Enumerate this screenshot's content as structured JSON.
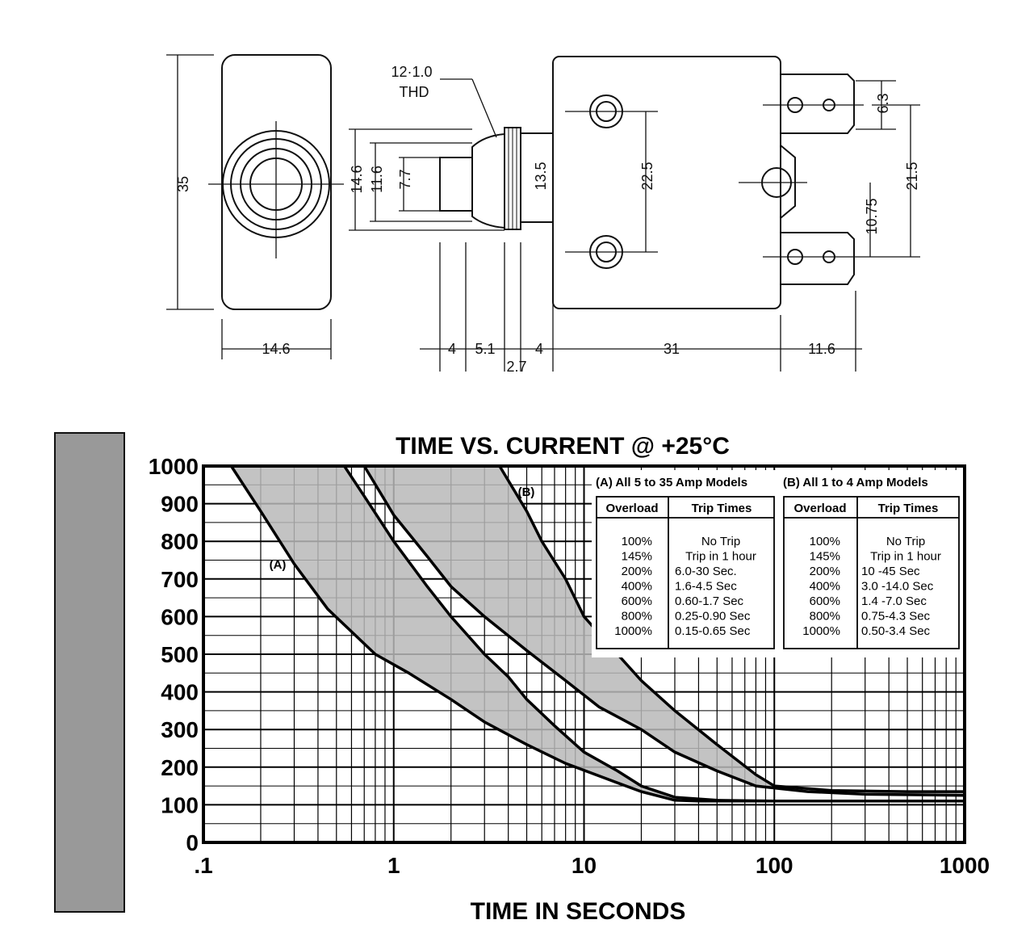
{
  "drawing": {
    "dims": {
      "height": "35",
      "width": "14.6",
      "thread": "12·1.0",
      "thread_unit": "THD",
      "d14_6": "14.6",
      "d11_6": "11.6",
      "d7_7": "7.7",
      "d13_5": "13.5",
      "d22_5": "22.5",
      "d6_3": "6.3",
      "d21_5": "21.5",
      "d10_75": "10.75",
      "l4a": "4",
      "l5_1": "5.1",
      "l4b": "4",
      "l2_7": "2.7",
      "l31": "31",
      "l11_6": "11.6"
    }
  },
  "chart_data": {
    "type": "line",
    "title": "TIME VS. CURRENT @ +25°C",
    "xlabel": "TIME IN SECONDS",
    "ylabel": "",
    "x_scale": "log",
    "xlim": [
      0.1,
      1000
    ],
    "ylim": [
      0,
      1000
    ],
    "x_ticks": [
      ".1",
      "1",
      "10",
      "100",
      "1000"
    ],
    "y_ticks": [
      "0",
      "100",
      "200",
      "300",
      "400",
      "500",
      "600",
      "700",
      "800",
      "900",
      "1000"
    ],
    "grid": true,
    "series": [
      {
        "name": "(A)",
        "band": {
          "lower": [
            [
              0.14,
              1000
            ],
            [
              0.2,
              880
            ],
            [
              0.3,
              740
            ],
            [
              0.45,
              620
            ],
            [
              0.6,
              560
            ],
            [
              0.8,
              500
            ],
            [
              1.2,
              450
            ],
            [
              2,
              380
            ],
            [
              3,
              320
            ],
            [
              5,
              260
            ],
            [
              8,
              210
            ],
            [
              13,
              170
            ],
            [
              20,
              135
            ],
            [
              30,
              112
            ],
            [
              40,
              110
            ],
            [
              100,
              110
            ],
            [
              1000,
              110
            ]
          ],
          "upper": [
            [
              0.55,
              1000
            ],
            [
              0.7,
              920
            ],
            [
              1,
              800
            ],
            [
              1.5,
              680
            ],
            [
              2,
              600
            ],
            [
              3,
              500
            ],
            [
              4,
              440
            ],
            [
              5,
              380
            ],
            [
              7,
              310
            ],
            [
              10,
              240
            ],
            [
              15,
              190
            ],
            [
              20,
              150
            ],
            [
              30,
              120
            ],
            [
              50,
              112
            ],
            [
              100,
              110
            ],
            [
              1000,
              110
            ]
          ]
        }
      },
      {
        "name": "(B)",
        "band": {
          "lower": [
            [
              0.7,
              1000
            ],
            [
              1,
              870
            ],
            [
              1.5,
              760
            ],
            [
              2,
              680
            ],
            [
              3,
              600
            ],
            [
              5,
              510
            ],
            [
              8,
              430
            ],
            [
              12,
              360
            ],
            [
              20,
              300
            ],
            [
              30,
              240
            ],
            [
              50,
              190
            ],
            [
              80,
              150
            ],
            [
              150,
              135
            ],
            [
              300,
              128
            ],
            [
              1000,
              125
            ]
          ],
          "upper": [
            [
              3.6,
              1000
            ],
            [
              5,
              880
            ],
            [
              6,
              800
            ],
            [
              8,
              700
            ],
            [
              10,
              600
            ],
            [
              15,
              500
            ],
            [
              20,
              430
            ],
            [
              30,
              350
            ],
            [
              50,
              260
            ],
            [
              80,
              180
            ],
            [
              100,
              150
            ],
            [
              200,
              138
            ],
            [
              500,
              135
            ],
            [
              1000,
              135
            ]
          ]
        }
      }
    ],
    "annotations": [
      "(A)",
      "(B)"
    ],
    "legend_table": {
      "position": "top-right",
      "col_a_title": "(A) All 5 to 35 Amp Models",
      "col_b_title": "(B) All 1 to 4 Amp Models",
      "header_overload": "Overload",
      "header_trip": "Trip Times",
      "rows_a": [
        [
          "100%",
          "No Trip"
        ],
        [
          "145%",
          "Trip in 1 hour"
        ],
        [
          "200%",
          "6.0-30 Sec."
        ],
        [
          "400%",
          "1.6-4.5 Sec"
        ],
        [
          "600%",
          "0.60-1.7 Sec"
        ],
        [
          "800%",
          "0.25-0.90 Sec"
        ],
        [
          "1000%",
          "0.15-0.65 Sec"
        ]
      ],
      "rows_b": [
        [
          "100%",
          "No Trip"
        ],
        [
          "145%",
          "Trip in 1 hour"
        ],
        [
          "200%",
          "10 -45 Sec"
        ],
        [
          "400%",
          "3.0 -14.0 Sec"
        ],
        [
          "600%",
          "1.4 -7.0 Sec"
        ],
        [
          "800%",
          "0.75-4.3 Sec"
        ],
        [
          "1000%",
          "0.50-3.4 Sec"
        ]
      ]
    }
  }
}
